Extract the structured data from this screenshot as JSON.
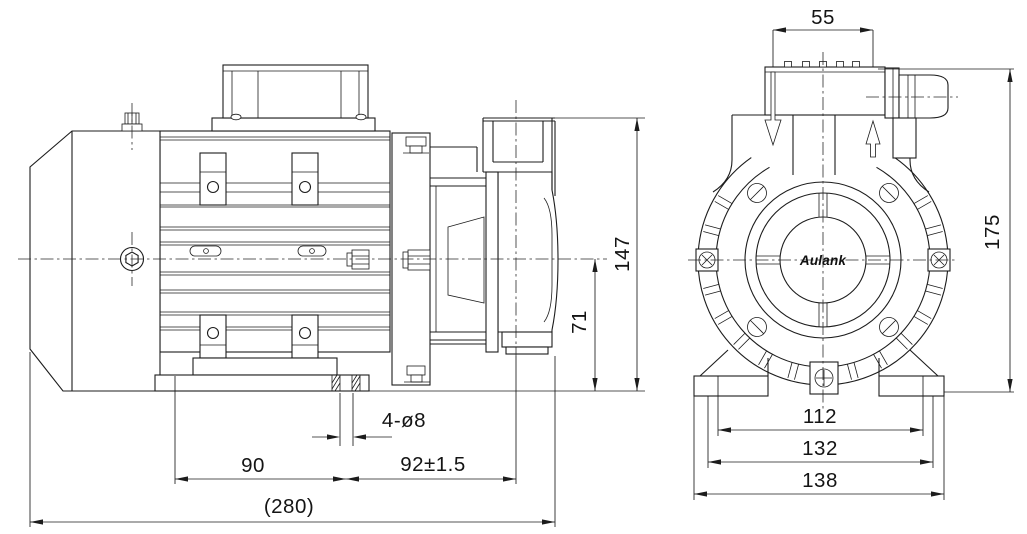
{
  "page": {
    "background": "#ffffff",
    "line_color": "#1c1c1c"
  },
  "side_view": {
    "dims": {
      "overall_length": "(280)",
      "left_to_hole": "90",
      "hole_to_port": "92±1.5",
      "mounting_holes": "4-ø8",
      "overall_height": "147",
      "center_height": "71"
    }
  },
  "front_view": {
    "logo": "Aulank",
    "dims": {
      "port_spacing": "55",
      "overall_height": "175",
      "bolt_spacing": "112",
      "foot_span": "132",
      "base_width": "138"
    }
  }
}
